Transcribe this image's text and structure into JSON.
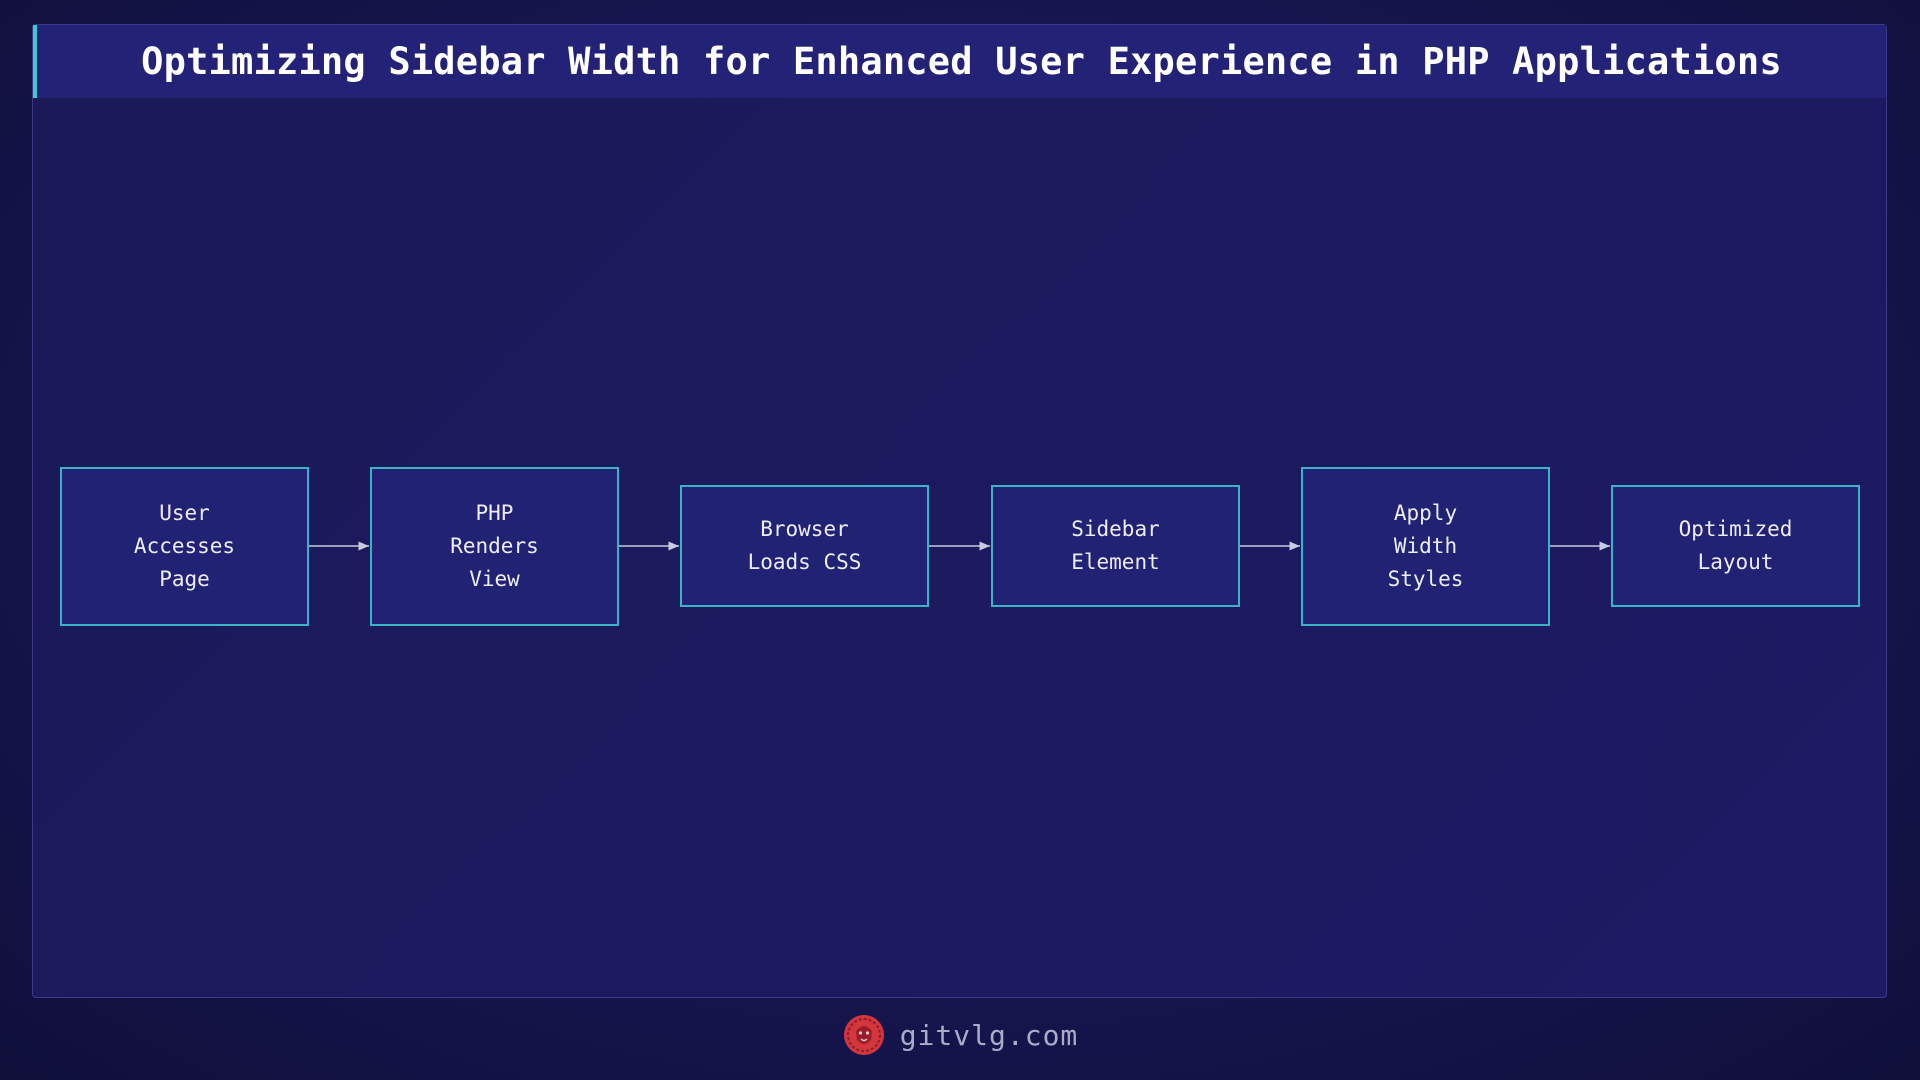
{
  "title": "Optimizing Sidebar Width for Enhanced User Experience in PHP Applications",
  "flow": {
    "nodes": [
      {
        "label": "User\nAccesses\nPage"
      },
      {
        "label": "PHP\nRenders\nView"
      },
      {
        "label": "Browser\nLoads CSS"
      },
      {
        "label": "Sidebar\nElement"
      },
      {
        "label": "Apply\nWidth\nStyles"
      },
      {
        "label": "Optimized\nLayout"
      }
    ],
    "edges": [
      {
        "from": 0,
        "to": 1
      },
      {
        "from": 1,
        "to": 2
      },
      {
        "from": 2,
        "to": 3
      },
      {
        "from": 3,
        "to": 4
      },
      {
        "from": 4,
        "to": 5
      }
    ]
  },
  "footer": {
    "logo_icon": "lion-head-icon",
    "site": "gitvlg.com"
  },
  "colors": {
    "background": "#161650",
    "title_bar": "#232276",
    "accent": "#3fc7d4",
    "node_fill": "#222275",
    "node_border": "#3ab3c6",
    "connector": "#c9cbe0",
    "logo": "#d4363d"
  }
}
